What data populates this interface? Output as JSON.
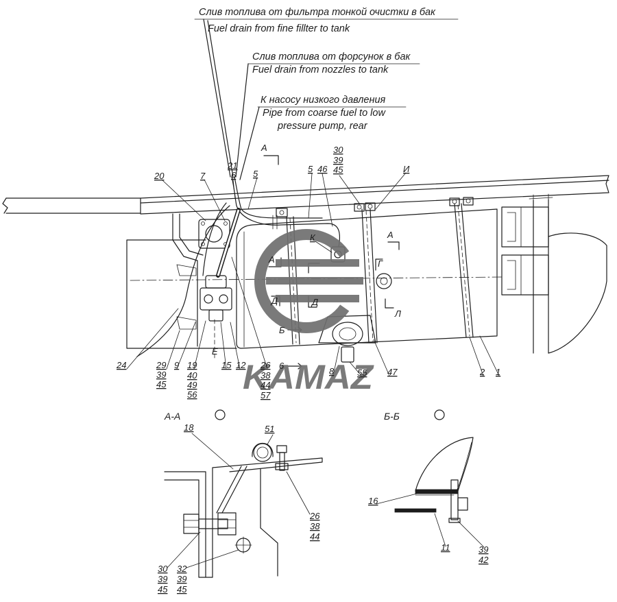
{
  "callouts": {
    "fine_filter_drain_ru": "Слив топлива от фильтра тонкой очистки в бак",
    "fine_filter_drain_en": "Fuel drain from fine fillter to tank",
    "nozzle_drain_ru": "Слив топлива от форсунок в бак",
    "nozzle_drain_en": "Fuel drain from nozzles to tank",
    "low_pressure_pump_ru": "К насосу низкого давления",
    "low_pressure_pump_en_line1": "Pipe from coarse fuel to low",
    "low_pressure_pump_en_line2": "pressure pump, rear"
  },
  "main_view": {
    "labels": [
      "А",
      "21",
      "6",
      "7",
      "20",
      "5",
      "30",
      "39",
      "45",
      "5",
      "46",
      "И",
      "К",
      "А",
      "А",
      "Г",
      "Д",
      "Д",
      "Л",
      "Б",
      "6",
      "24",
      "29",
      "39",
      "45",
      "9",
      "19",
      "40",
      "49",
      "56",
      "Е",
      "15",
      "12",
      "26",
      "38",
      "44",
      "57",
      "8",
      "55",
      "47",
      "2",
      "1"
    ]
  },
  "section_aa": {
    "title": "А-А",
    "labels": [
      "18",
      "51",
      "26",
      "38",
      "44",
      "30",
      "39",
      "45",
      "32",
      "39",
      "45"
    ]
  },
  "section_bb": {
    "title": "Б-Б",
    "labels": [
      "16",
      "11",
      "39",
      "42"
    ]
  },
  "logo": {
    "wordmark": "KAMAZ",
    "icon": "kamaz-emblem-icon"
  },
  "colors": {
    "ink": "#1c1c1c",
    "logo": "#6f6f6f",
    "background": "#ffffff"
  }
}
